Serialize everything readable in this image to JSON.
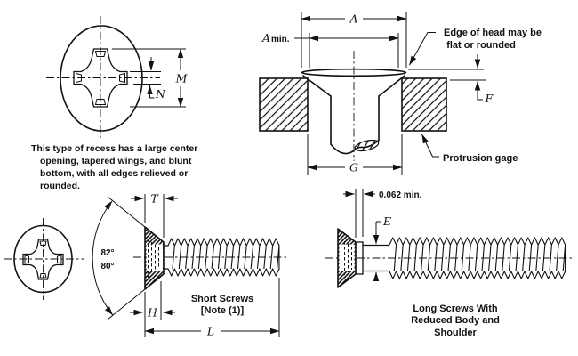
{
  "recess_plan": {
    "label_m": "M",
    "label_n": "N",
    "note": [
      "This type of recess has a large center",
      "opening, tapered wings, and blunt",
      "bottom, with all edges relieved or",
      "rounded."
    ]
  },
  "gage_section": {
    "label_a": "A",
    "label_a_min_letter": "A",
    "label_a_min_suffix": "min.",
    "label_f": "F",
    "label_g": "G",
    "edge_note": [
      "Edge of head may be",
      "flat or rounded"
    ],
    "gage_label": "Protrusion gage"
  },
  "short_screw": {
    "label_t": "T",
    "label_h": "H",
    "label_l": "L",
    "angle_labels": [
      "82°",
      "80°"
    ],
    "caption": [
      "Short Screws",
      "[Note (1)]"
    ]
  },
  "long_screw": {
    "label_e": "E",
    "shoulder_dim": "0.062 min.",
    "caption": [
      "Long Screws With",
      "Reduced Body and",
      "Shoulder"
    ]
  },
  "colors": {
    "ink": "#111111",
    "background": "#ffffff"
  }
}
